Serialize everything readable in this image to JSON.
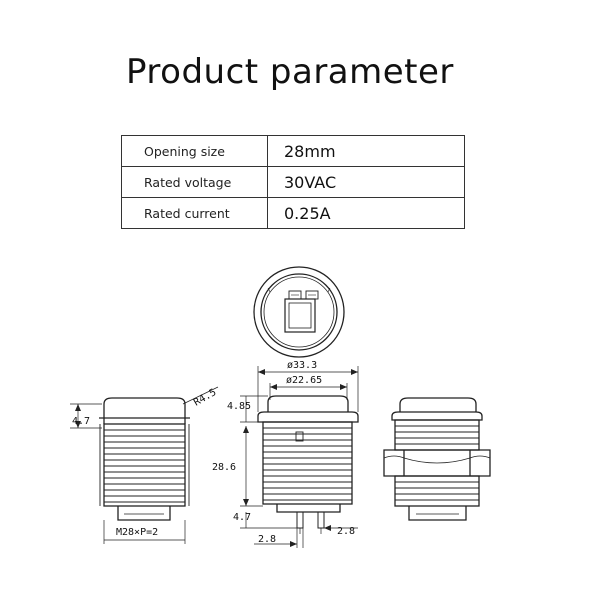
{
  "title": "Product parameter",
  "params": [
    {
      "label": "Opening size",
      "value": "28mm"
    },
    {
      "label": "Rated voltage",
      "value": "30VAC"
    },
    {
      "label": "Rated current",
      "value": "0.25A"
    }
  ],
  "dimensions": {
    "left_top_height": "4.7",
    "radius": "R4.5",
    "thread": "M28×P=2",
    "outer_diameter": "ø33.3",
    "inner_diameter": "ø22.65",
    "cap_height": "4.85",
    "body_height": "28.6",
    "terminal_height": "4.7",
    "terminal_gap": "2.8",
    "terminal_width": "2.8"
  }
}
